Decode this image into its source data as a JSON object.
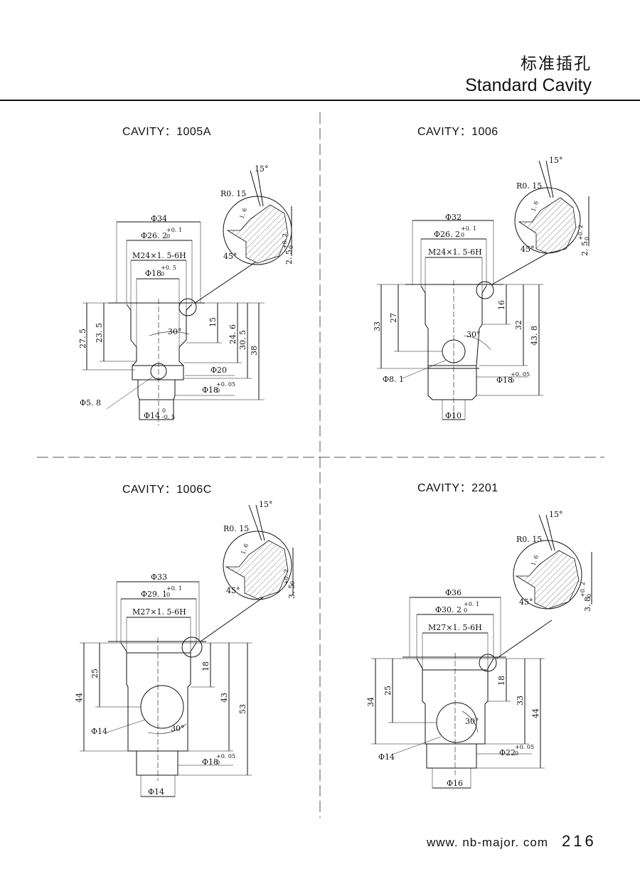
{
  "header": {
    "title_cn": "标准插孔",
    "title_en": "Standard Cavity"
  },
  "footer": {
    "url": "www. nb-major. com",
    "page": "216"
  },
  "cavities": [
    {
      "title": "CAVITY：1005A",
      "dims": {
        "d1": "Φ34",
        "d2": "Φ26. 2",
        "d2_tol": [
          "+0. 1",
          "0"
        ],
        "thread": "M24×1. 5-6H",
        "d3": "Φ18",
        "d3_tol": [
          "+0. 5",
          "0"
        ],
        "r": "R0. 15",
        "a15": "15°",
        "a45": "45°",
        "a30": "30°",
        "rough": "1. 6",
        "depth": "2. 5",
        "depth_tol": [
          "+0. 2",
          "0"
        ],
        "h1": "27. 5",
        "h2": "23. 5",
        "h3": "15",
        "h4": "24. 6",
        "h5": "30. 5",
        "h6": "38",
        "d4": "Φ20",
        "d5": "Φ18",
        "d5_tol": [
          "+0. 05",
          "0"
        ],
        "hole": "Φ5. 8",
        "d6": "Φ14",
        "d6_tol": [
          "0",
          "-0. 5"
        ]
      }
    },
    {
      "title": "CAVITY：1006",
      "dims": {
        "d1": "Φ32",
        "d2": "Φ26. 2",
        "d2_tol": [
          "+0. 1",
          "0"
        ],
        "thread": "M24×1. 5-6H",
        "r": "R0. 15",
        "a15": "15°",
        "a45": "45°",
        "a30": "30°",
        "rough": "1. 6",
        "depth": "2. 5",
        "depth_tol": [
          "+0. 2",
          "0"
        ],
        "h1": "33",
        "h2": "27",
        "h3": "16",
        "h4": "32",
        "h5": "43. 8",
        "hole": "Φ8. 1",
        "d5": "Φ18",
        "d5_tol": [
          "+0. 05",
          "0"
        ],
        "d6": "Φ10"
      }
    },
    {
      "title": "CAVITY：1006C",
      "dims": {
        "d1": "Φ33",
        "d2": "Φ29. 1",
        "d2_tol": [
          "+0. 1",
          "0"
        ],
        "thread": "M27×1. 5-6H",
        "r": "R0. 15",
        "a15": "15°",
        "a45": "45°",
        "a30": "30°",
        "rough": "1. 6",
        "depth": "3. 5",
        "depth_tol": [
          "+0. 2",
          "0"
        ],
        "h1": "44",
        "h2": "25",
        "h3": "18",
        "h4": "43",
        "h5": "53",
        "hole": "Φ14",
        "d5": "Φ18",
        "d5_tol": [
          "+0. 05",
          "0"
        ],
        "d6": "Φ14"
      }
    },
    {
      "title": "CAVITY：2201",
      "dims": {
        "d1": "Φ36",
        "d2": "Φ30. 2",
        "d2_tol": [
          "+0. 1",
          "0"
        ],
        "thread": "M27×1. 5-6H",
        "r": "R0. 15",
        "a15": "15°",
        "a45": "45°",
        "a30": "30°",
        "rough": "1. 6",
        "depth": "3. 8",
        "depth_tol": [
          "+0. 2",
          "0"
        ],
        "h1": "34",
        "h2": "25",
        "h3": "18",
        "h4": "33",
        "h5": "44",
        "hole": "Φ14",
        "d5": "Φ22",
        "d5_tol": [
          "+0. 05",
          "0"
        ],
        "d6": "Φ16"
      }
    }
  ]
}
